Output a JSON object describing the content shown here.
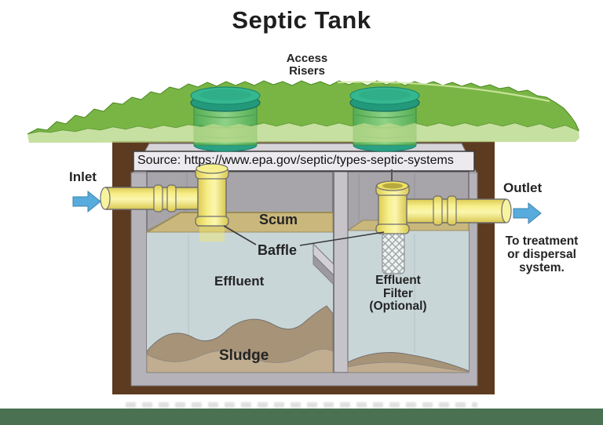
{
  "title": "Septic Tank",
  "source_line": "Source: https://www.epa.gov/septic/types-septic-systems",
  "labels": {
    "access": "Access",
    "risers": "Risers",
    "inlet": "Inlet",
    "outlet": "Outlet",
    "scum": "Scum",
    "baffle": "Baffle",
    "effluent": "Effluent",
    "sludge": "Sludge",
    "effluent_filter": [
      "Effluent",
      "Filter",
      "(Optional)"
    ],
    "to_treatment": [
      "To treatment",
      "or dispersal",
      "system."
    ]
  },
  "colors": {
    "grass_green": "#79b545",
    "grass_light": "#b9d98c",
    "riser_teal": "#2fae88",
    "pipe_yellow": "#f2e86b",
    "arrow_blue": "#57abdd",
    "tank_brown": "#5d3b20",
    "tank_gray": "#b5b3b9",
    "chamber_air_gray": "#a7a5a9",
    "water_blue": "#c9d6d8",
    "scum_tan": "#c9b77c",
    "sludge_tan": "#a79378",
    "footer_green": "#4a7152"
  }
}
